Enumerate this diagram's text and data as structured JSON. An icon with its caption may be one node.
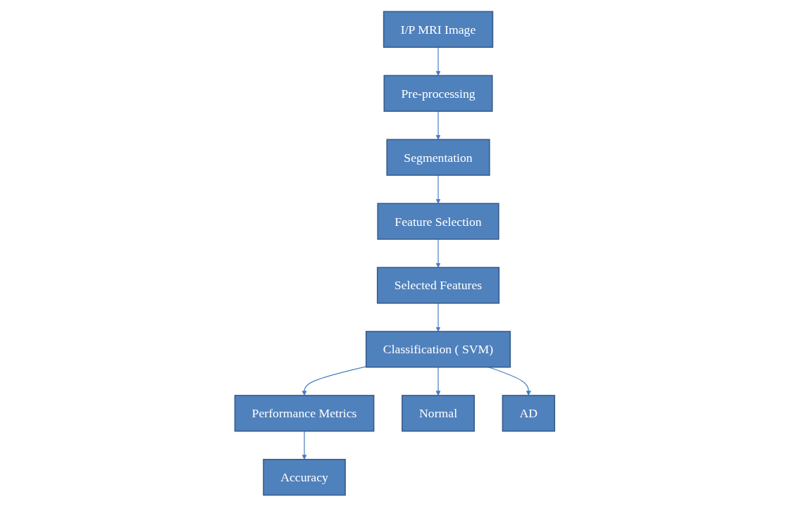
{
  "diagram": {
    "nodes": [
      {
        "text": [
          "I/P MRI Image"
        ]
      },
      {
        "text": [
          "Pre-processing"
        ]
      },
      {
        "text": [
          "Segmentation"
        ]
      },
      {
        "text": [
          "Feature Selection"
        ]
      },
      {
        "text": [
          "Selected Features"
        ]
      },
      {
        "text": [
          "Classification ( SVM)"
        ]
      },
      {
        "text": [
          "Performance Metrics"
        ]
      },
      {
        "text": [
          "Normal"
        ]
      },
      {
        "text": [
          "AD"
        ]
      },
      {
        "text": [
          "Accuracy"
        ]
      }
    ],
    "edges": [
      {
        "from": 0,
        "to": 1,
        "arrow": "to"
      },
      {
        "from": 1,
        "to": 2,
        "arrow": "to"
      },
      {
        "from": 2,
        "to": 3,
        "arrow": "to"
      },
      {
        "from": 3,
        "to": 4,
        "arrow": "to"
      },
      {
        "from": 4,
        "to": 5,
        "arrow": "to"
      },
      {
        "from": 5,
        "to": 6,
        "arrow": "to"
      },
      {
        "from": 5,
        "to": 7,
        "arrow": "to"
      },
      {
        "from": 5,
        "to": 8,
        "arrow": "to"
      },
      {
        "from": 6,
        "to": 9,
        "arrow": "to"
      }
    ]
  }
}
